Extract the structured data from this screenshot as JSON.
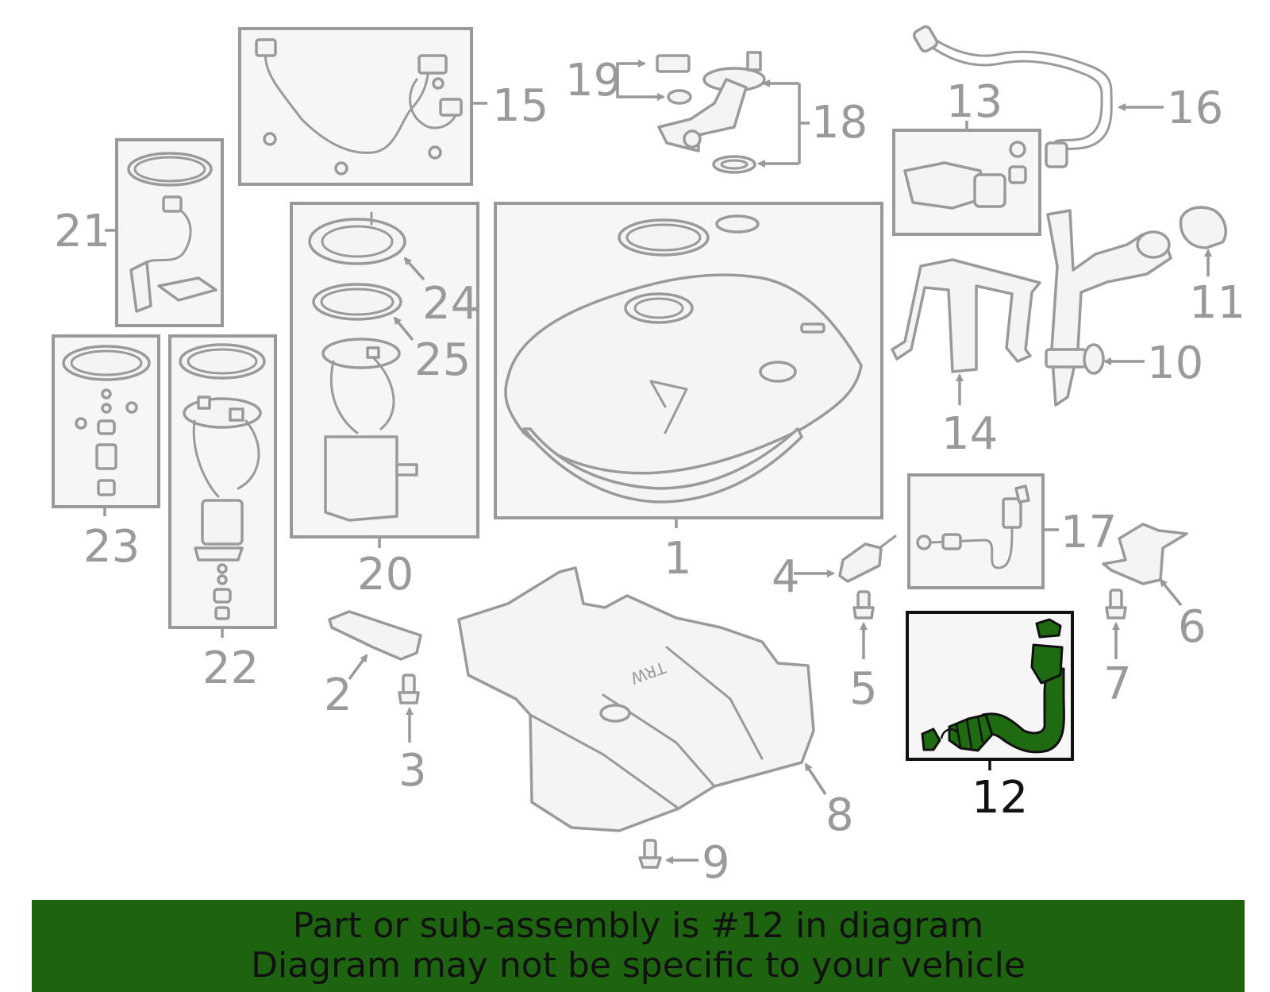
{
  "callouts": {
    "c1": "1",
    "c2": "2",
    "c3": "3",
    "c4": "4",
    "c5": "5",
    "c6": "6",
    "c7": "7",
    "c8": "8",
    "c9": "9",
    "c10": "10",
    "c11": "11",
    "c12": "12",
    "c13": "13",
    "c14": "14",
    "c15": "15",
    "c16": "16",
    "c17": "17",
    "c18": "18",
    "c19": "19",
    "c20": "20",
    "c21": "21",
    "c22": "22",
    "c23": "23",
    "c24": "24",
    "c25": "25"
  },
  "parts_labels": {
    "tank_shield_marking": "TRW"
  },
  "highlighted_part": "12",
  "banner": {
    "line1": "Part or sub-assembly is #12 in diagram",
    "line2": "Diagram may not be specific to your vehicle"
  },
  "colors": {
    "highlight": "#1f6b12",
    "banner_background": "#1e6410",
    "part_outline": "#9a9a9a"
  }
}
